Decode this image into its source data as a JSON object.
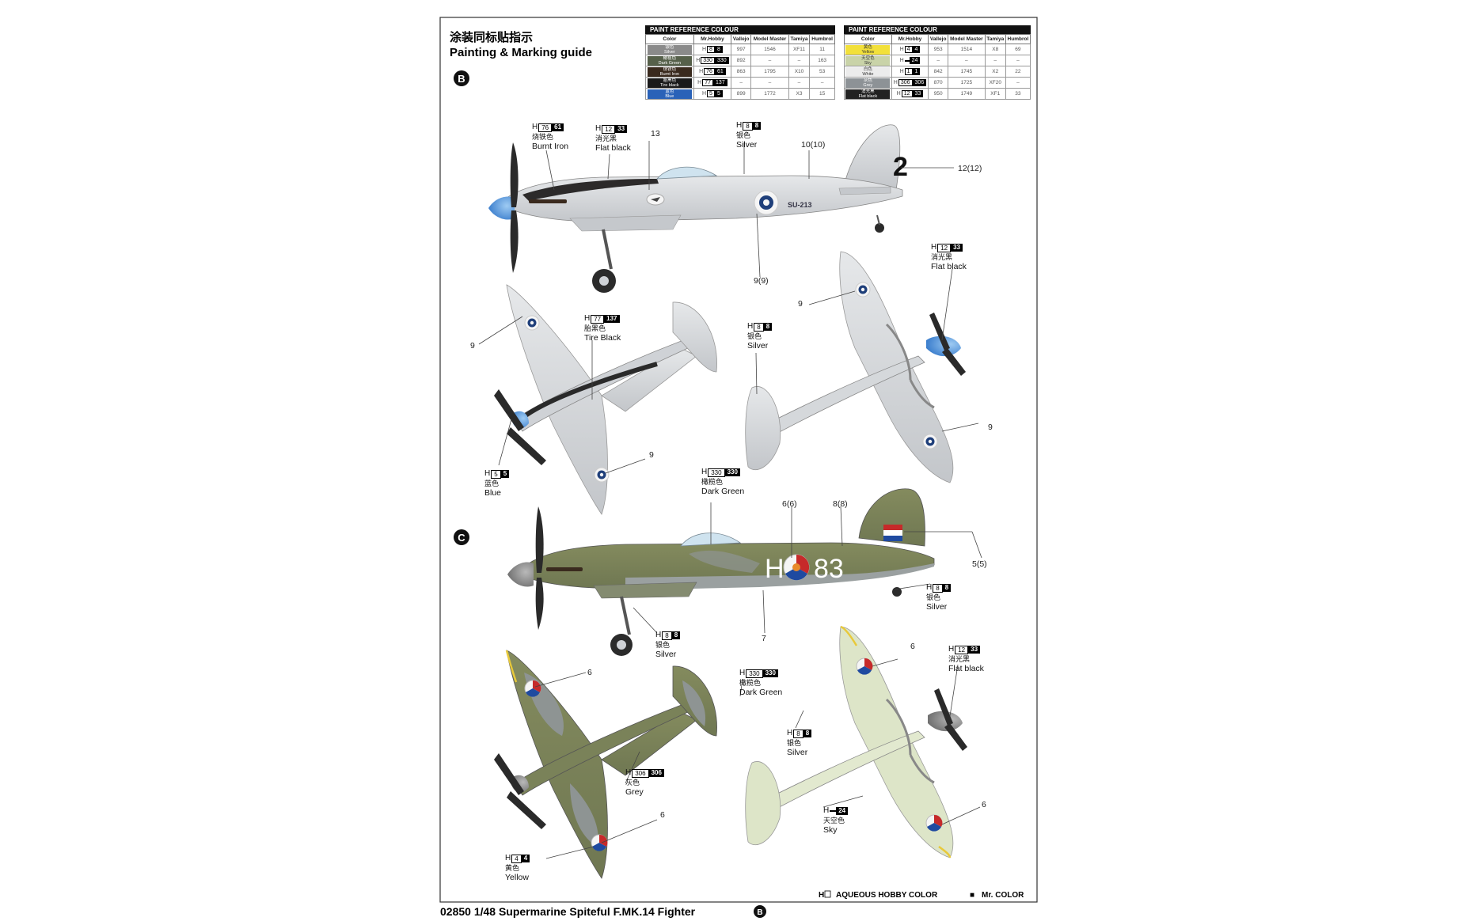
{
  "title": {
    "chinese": "涂装同标贴指示",
    "english": "Painting & Marking guide"
  },
  "schemes": {
    "first": "B",
    "second": "C"
  },
  "paint_tables": [
    {
      "caption": "PAINT REFERENCE COLOUR",
      "headers": [
        "Color",
        "Mr.Hobby",
        "Vallejo",
        "Model Master",
        "Tamiya",
        "Humbrol"
      ],
      "rows": [
        {
          "cn": "银色",
          "en": "Silver",
          "swatch": "#8a8a8a",
          "h": "8",
          "code": "8",
          "vallejo": "997",
          "mm": "1546",
          "tamiya": "XF11",
          "humbrol": "11"
        },
        {
          "cn": "橄榄色",
          "en": "Dark Green",
          "swatch": "#56604a",
          "h": "330",
          "code": "330",
          "vallejo": "892",
          "mm": "–",
          "tamiya": "–",
          "humbrol": "163"
        },
        {
          "cn": "烧铁色",
          "en": "Burnt Iron",
          "swatch": "#3a2a1e",
          "h": "76",
          "code": "61",
          "vallejo": "863",
          "mm": "1795",
          "tamiya": "X10",
          "humbrol": "53"
        },
        {
          "cn": "胎黑色",
          "en": "Tire black",
          "swatch": "#1a1a1a",
          "h": "77",
          "code": "137",
          "vallejo": "–",
          "mm": "–",
          "tamiya": "–",
          "humbrol": "–"
        },
        {
          "cn": "蓝色",
          "en": "Blue",
          "swatch": "#2a62b8",
          "h": "5",
          "code": "5",
          "vallejo": "899",
          "mm": "1772",
          "tamiya": "X3",
          "humbrol": "15"
        }
      ]
    },
    {
      "caption": "PAINT REFERENCE COLOUR",
      "headers": [
        "Color",
        "Mr.Hobby",
        "Vallejo",
        "Model Master",
        "Tamiya",
        "Humbrol"
      ],
      "rows": [
        {
          "cn": "黄色",
          "en": "Yellow",
          "swatch": "#f2e03a",
          "h": "4",
          "code": "4",
          "vallejo": "953",
          "mm": "1514",
          "tamiya": "X8",
          "humbrol": "69"
        },
        {
          "cn": "天空色",
          "en": "Sky",
          "swatch": "#c9d3a8",
          "h": "",
          "code": "24",
          "vallejo": "–",
          "mm": "–",
          "tamiya": "–",
          "humbrol": "–"
        },
        {
          "cn": "白色",
          "en": "White",
          "swatch": "#ececec",
          "h": "1",
          "code": "1",
          "vallejo": "842",
          "mm": "1745",
          "tamiya": "X2",
          "humbrol": "22"
        },
        {
          "cn": "灰色",
          "en": "Grey",
          "swatch": "#8d9296",
          "h": "306",
          "code": "306",
          "vallejo": "870",
          "mm": "1725",
          "tamiya": "XF20",
          "humbrol": "–"
        },
        {
          "cn": "消光黑",
          "en": "Flat black",
          "swatch": "#222222",
          "h": "12",
          "code": "33",
          "vallejo": "950",
          "mm": "1749",
          "tamiya": "XF1",
          "humbrol": "33"
        }
      ]
    }
  ],
  "callouts": {
    "burnt_iron": {
      "h": "76",
      "code": "61",
      "cn": "烧铁色",
      "en": "Burnt Iron"
    },
    "flat_black_b1": {
      "h": "12",
      "code": "33",
      "cn": "消光黑",
      "en": "Flat black"
    },
    "silver_b1": {
      "h": "8",
      "code": "8",
      "cn": "银色",
      "en": "Silver"
    },
    "tire_black": {
      "h": "77",
      "code": "137",
      "cn": "胎黑色",
      "en": "Tire Black"
    },
    "silver_b2": {
      "h": "8",
      "code": "8",
      "cn": "银色",
      "en": "Silver"
    },
    "flat_black_b2": {
      "h": "12",
      "code": "33",
      "cn": "消光黑",
      "en": "Flat black"
    },
    "blue_b": {
      "h": "5",
      "code": "5",
      "cn": "蓝色",
      "en": "Blue"
    },
    "dark_green_c1": {
      "h": "330",
      "code": "330",
      "cn": "橄榄色",
      "en": "Dark Green"
    },
    "silver_c1": {
      "h": "8",
      "code": "8",
      "cn": "银色",
      "en": "Silver"
    },
    "silver_c2": {
      "h": "8",
      "code": "8",
      "cn": "银色",
      "en": "Silver"
    },
    "dark_green_c2": {
      "h": "330",
      "code": "330",
      "cn": "橄榄色",
      "en": "Dark Green"
    },
    "flat_black_c": {
      "h": "12",
      "code": "33",
      "cn": "消光黑",
      "en": "Flat black"
    },
    "silver_c3": {
      "h": "8",
      "code": "8",
      "cn": "银色",
      "en": "Silver"
    },
    "grey_c": {
      "h": "306",
      "code": "306",
      "cn": "灰色",
      "en": "Grey"
    },
    "sky_c": {
      "h": "",
      "code": "24",
      "cn": "天空色",
      "en": "Sky"
    },
    "yellow_c": {
      "h": "4",
      "code": "4",
      "cn": "黄色",
      "en": "Yellow"
    }
  },
  "decal_numbers": {
    "n13": "13",
    "n10": "10(10)",
    "n12": "12(12)",
    "n9a": "9(9)",
    "n9b": "9",
    "n9c": "9",
    "n9d": "9",
    "n9e": "9",
    "n6a": "6(6)",
    "n8a": "8(8)",
    "n5a": "5(5)",
    "n7": "7",
    "n6b": "6",
    "n6c": "6",
    "n6d": "6",
    "n6e": "6"
  },
  "aircraft_markings": {
    "tail_number": "2",
    "serial": "SU-213",
    "code_letter": "H",
    "code_number": "83"
  },
  "legend": {
    "aqueous_mark": "H",
    "aqueous_label": "AQUEOUS HOBBY COLOR",
    "mr_color_mark": "■",
    "mr_color_label": "Mr. COLOR"
  },
  "footer": {
    "text": "02850 1/48 Supermarine Spiteful F.MK.14 Fighter",
    "badge": "B"
  },
  "colors": {
    "silver": "#d6d8db",
    "silver_shade": "#b9bcc0",
    "olive": "#7d8559",
    "olive_dark": "#5f6848",
    "camo_grey": "#8e9493",
    "sky": "#dde5c8",
    "spinner_blue": "#4a8fd6",
    "yellow": "#e8c93a",
    "roundel_blue": "#1f3f7a",
    "dutch_red": "#c62a2a",
    "dutch_blue": "#1f4aa0"
  }
}
